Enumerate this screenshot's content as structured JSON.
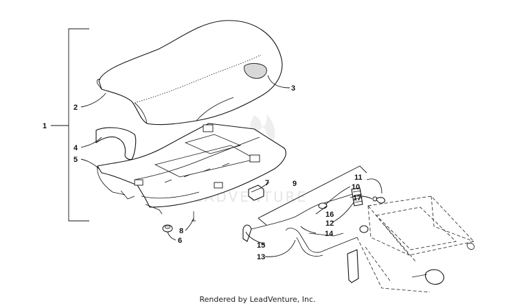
{
  "diagram": {
    "callouts": [
      {
        "id": "1",
        "label": "1"
      },
      {
        "id": "2",
        "label": "2"
      },
      {
        "id": "3",
        "label": "3"
      },
      {
        "id": "4",
        "label": "4"
      },
      {
        "id": "5",
        "label": "5"
      },
      {
        "id": "6",
        "label": "6"
      },
      {
        "id": "7",
        "label": "7"
      },
      {
        "id": "8",
        "label": "8"
      },
      {
        "id": "9",
        "label": "9"
      },
      {
        "id": "10",
        "label": "10"
      },
      {
        "id": "11",
        "label": "11"
      },
      {
        "id": "12",
        "label": "12"
      },
      {
        "id": "13",
        "label": "13"
      },
      {
        "id": "14",
        "label": "14"
      },
      {
        "id": "15",
        "label": "15"
      },
      {
        "id": "16",
        "label": "16"
      },
      {
        "id": "17",
        "label": "17"
      }
    ],
    "watermark": "LEADVENTURE"
  },
  "footer": {
    "credit": "Rendered by LeadVenture, Inc."
  }
}
